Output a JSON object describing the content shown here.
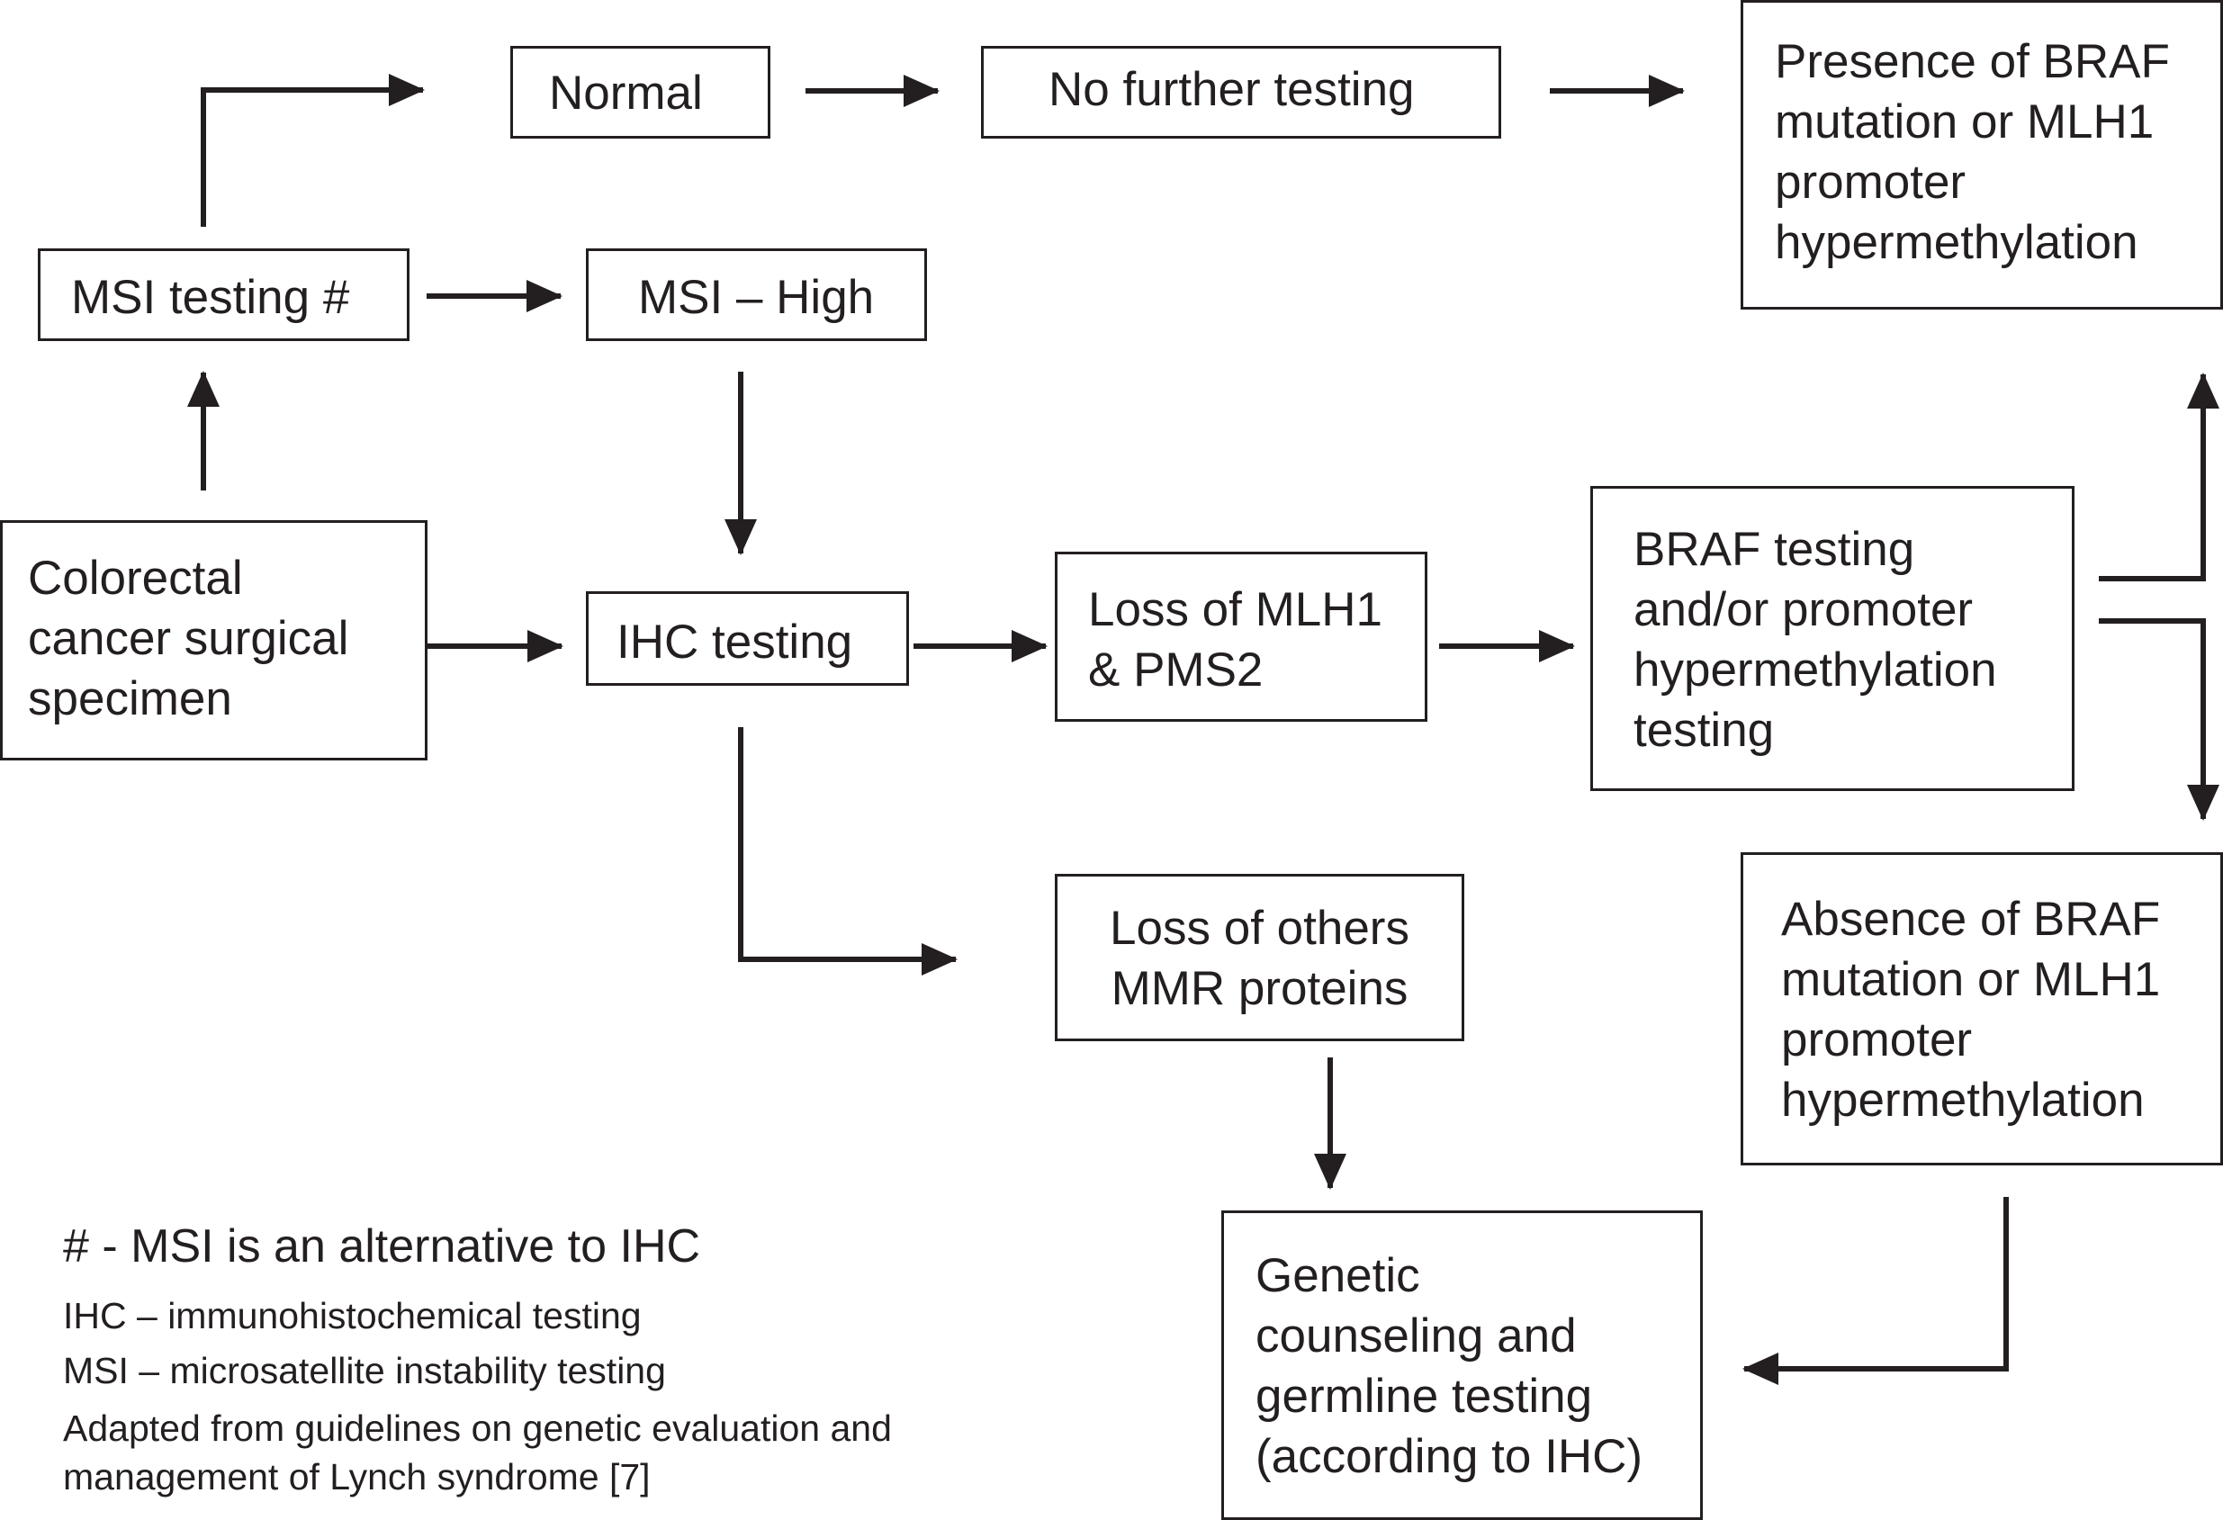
{
  "nodes": {
    "normal": "Normal",
    "no_further": "No further testing",
    "braf_present": "Presence of BRAF\nmutation or MLH1\npromoter\nhypermethylation",
    "msi_testing": "MSI testing #",
    "msi_high": "MSI – High",
    "specimen": "Colorectal\ncancer surgical\nspecimen",
    "ihc_testing": "IHC testing",
    "loss_mlh1": "Loss of MLH1\n& PMS2",
    "braf_testing": "BRAF testing\nand/or promoter\nhypermethylation\ntesting",
    "loss_others": "Loss of others\nMMR proteins",
    "braf_absent": "Absence of BRAF\nmutation or MLH1\npromoter\nhypermethylation",
    "genetic": "Genetic\ncounseling and\ngermline testing\n(according to IHC)"
  },
  "notes": {
    "alt": "# - MSI is an alternative to IHC",
    "ihc": "IHC – immunohistochemical testing",
    "msi": "MSI – microsatellite instability testing",
    "source_line1": "Adapted from guidelines on genetic evaluation and",
    "source_line2": "management of Lynch syndrome [7]"
  }
}
